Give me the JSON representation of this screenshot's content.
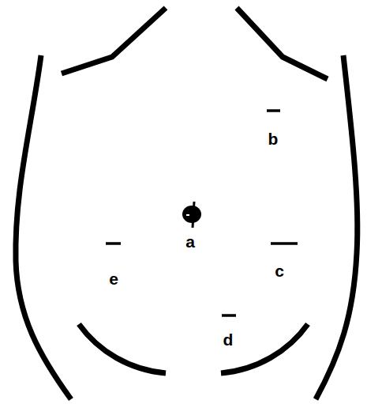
{
  "diagram": {
    "labels": [
      "b",
      "a",
      "e",
      "c",
      "d"
    ]
  }
}
